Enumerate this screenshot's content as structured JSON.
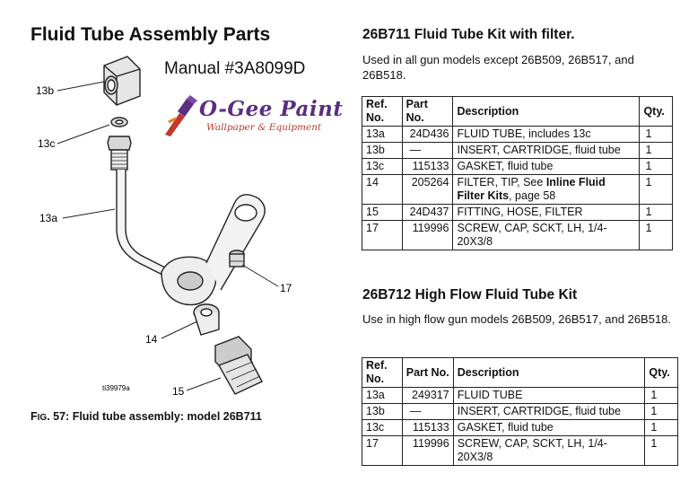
{
  "left": {
    "title": "Fluid Tube Assembly Parts",
    "manual": "Manual #3A8099D",
    "logo": {
      "name": "O-Gee Paint",
      "tagline": "Wallpaper & Equipment"
    },
    "callouts": {
      "c13b": "13b",
      "c13c": "13c",
      "c13a": "13a",
      "c17": "17",
      "c14": "14",
      "c15": "15",
      "ti": "ti39979a"
    },
    "caption_prefix_f": "F",
    "caption_prefix_ig": "IG",
    "caption_rest": ". 57: Fluid tube assembly: model 26B711"
  },
  "kit1": {
    "title": "26B711 Fluid Tube Kit with filter.",
    "desc": "Used in all gun models except 26B509, 26B517, and 26B518.",
    "headers": {
      "ref": "Ref. No.",
      "part": "Part No.",
      "desc": "Description",
      "qty": "Qty."
    },
    "rows": [
      {
        "ref": "13a",
        "part": "24D436",
        "desc": "FLUID TUBE, includes 13c",
        "qty": "1"
      },
      {
        "ref": "13b",
        "part": "—",
        "desc": "INSERT, CARTRIDGE, fluid tube",
        "qty": "1"
      },
      {
        "ref": "13c",
        "part": "115133",
        "desc": "GASKET, fluid tube",
        "qty": "1"
      },
      {
        "ref": "14",
        "part": "205264",
        "desc_a": "FILTER, TIP, See ",
        "desc_b": "Inline Fluid Filter Kits",
        "desc_c": ", page 58",
        "qty": "1"
      },
      {
        "ref": "15",
        "part": "24D437",
        "desc": "FITTING, HOSE, FILTER",
        "qty": "1"
      },
      {
        "ref": "17",
        "part": "119996",
        "desc": "SCREW, CAP, SCKT, LH, 1/4-20X3/8",
        "qty": "1"
      }
    ]
  },
  "kit2": {
    "title": "26B712 High Flow Fluid Tube Kit",
    "desc": "Use in high flow gun models 26B509, 26B517, and 26B518.",
    "headers": {
      "ref": "Ref. No.",
      "part": "Part No.",
      "desc": "Description",
      "qty": "Qty."
    },
    "rows": [
      {
        "ref": "13a",
        "part": "249317",
        "desc": "FLUID TUBE",
        "qty": "1"
      },
      {
        "ref": "13b",
        "part": "—",
        "desc": "INSERT, CARTRIDGE, fluid tube",
        "qty": "1"
      },
      {
        "ref": "13c",
        "part": "115133",
        "desc": "GASKET, fluid tube",
        "qty": "1"
      },
      {
        "ref": "17",
        "part": "119996",
        "desc": "SCREW, CAP, SCKT, LH, 1/4-20X3/8",
        "qty": "1"
      }
    ]
  },
  "colors": {
    "logo_purple": "#5a2e82",
    "logo_red": "#c0392b"
  }
}
